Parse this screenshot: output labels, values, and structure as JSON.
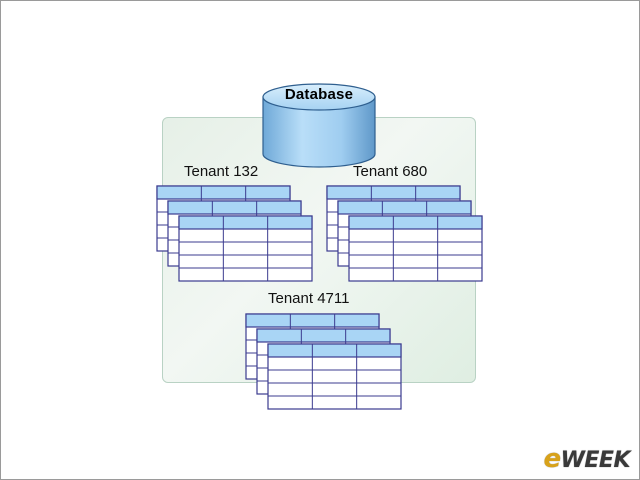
{
  "database": {
    "label": "Database"
  },
  "tenants": [
    {
      "label": "Tenant 132"
    },
    {
      "label": "Tenant 680"
    },
    {
      "label": "Tenant 4711"
    }
  ],
  "brand": {
    "logo_e": "e",
    "logo_rest": "WEEK"
  },
  "colors": {
    "table_header": "#a9d5f5",
    "table_border": "#3b3b8f",
    "cylinder": "#9fcdf0",
    "panel": "#e8f2ea"
  }
}
